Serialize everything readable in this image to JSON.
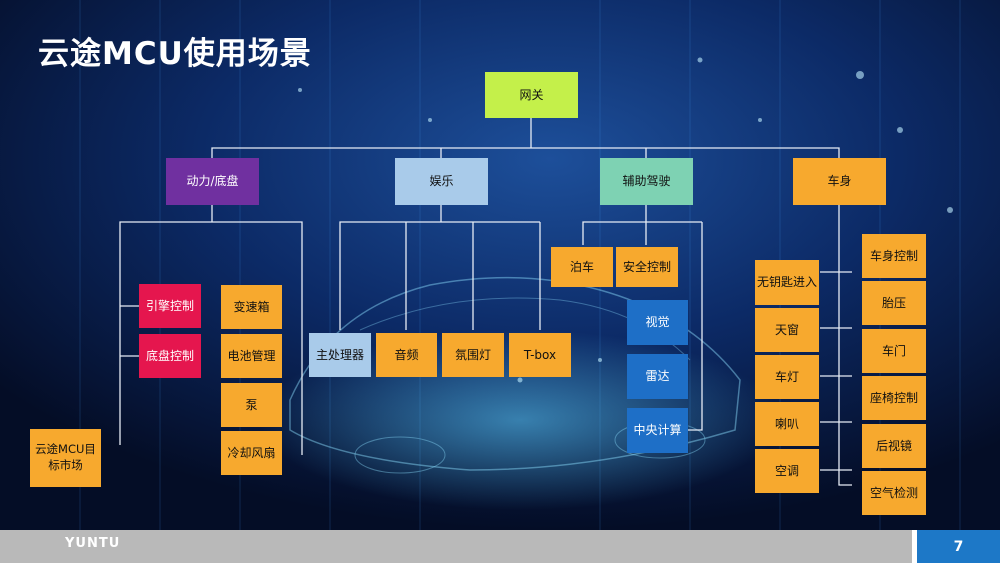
{
  "title": "云途MCU使用场景",
  "diagram": {
    "root": "网关",
    "categories": [
      {
        "label": "动力/底盘",
        "left_items": [
          "引擎控制",
          "底盘控制"
        ],
        "right_items": [
          "变速箱",
          "电池管理",
          "泵",
          "冷却风扇"
        ]
      },
      {
        "label": "娱乐",
        "items": [
          "主处理器",
          "音频",
          "氛围灯",
          "T-box"
        ]
      },
      {
        "label": "辅助驾驶",
        "items": [
          "泊车",
          "安全控制"
        ],
        "sub_items": [
          "视觉",
          "雷达",
          "中央计算"
        ]
      },
      {
        "label": "车身",
        "left_items": [
          "无钥匙进入",
          "天窗",
          "车灯",
          "喇叭",
          "空调"
        ],
        "right_items": [
          "车身控制",
          "胎压",
          "车门",
          "座椅控制",
          "后视镜",
          "空气检测"
        ]
      }
    ],
    "legend": "云途MCU目标市场"
  },
  "footer": {
    "brand": "YUNTU",
    "page": "7"
  },
  "colors": {
    "root": "#c4f04a",
    "powertrain": "#7030a0",
    "infotainment": "#a9cbea",
    "adas": "#7ed2b3",
    "target_market": "#f7a92e",
    "other_red": "#e5164e",
    "other_blue": "#1e6fc7",
    "page_badge": "#1d78c7"
  }
}
